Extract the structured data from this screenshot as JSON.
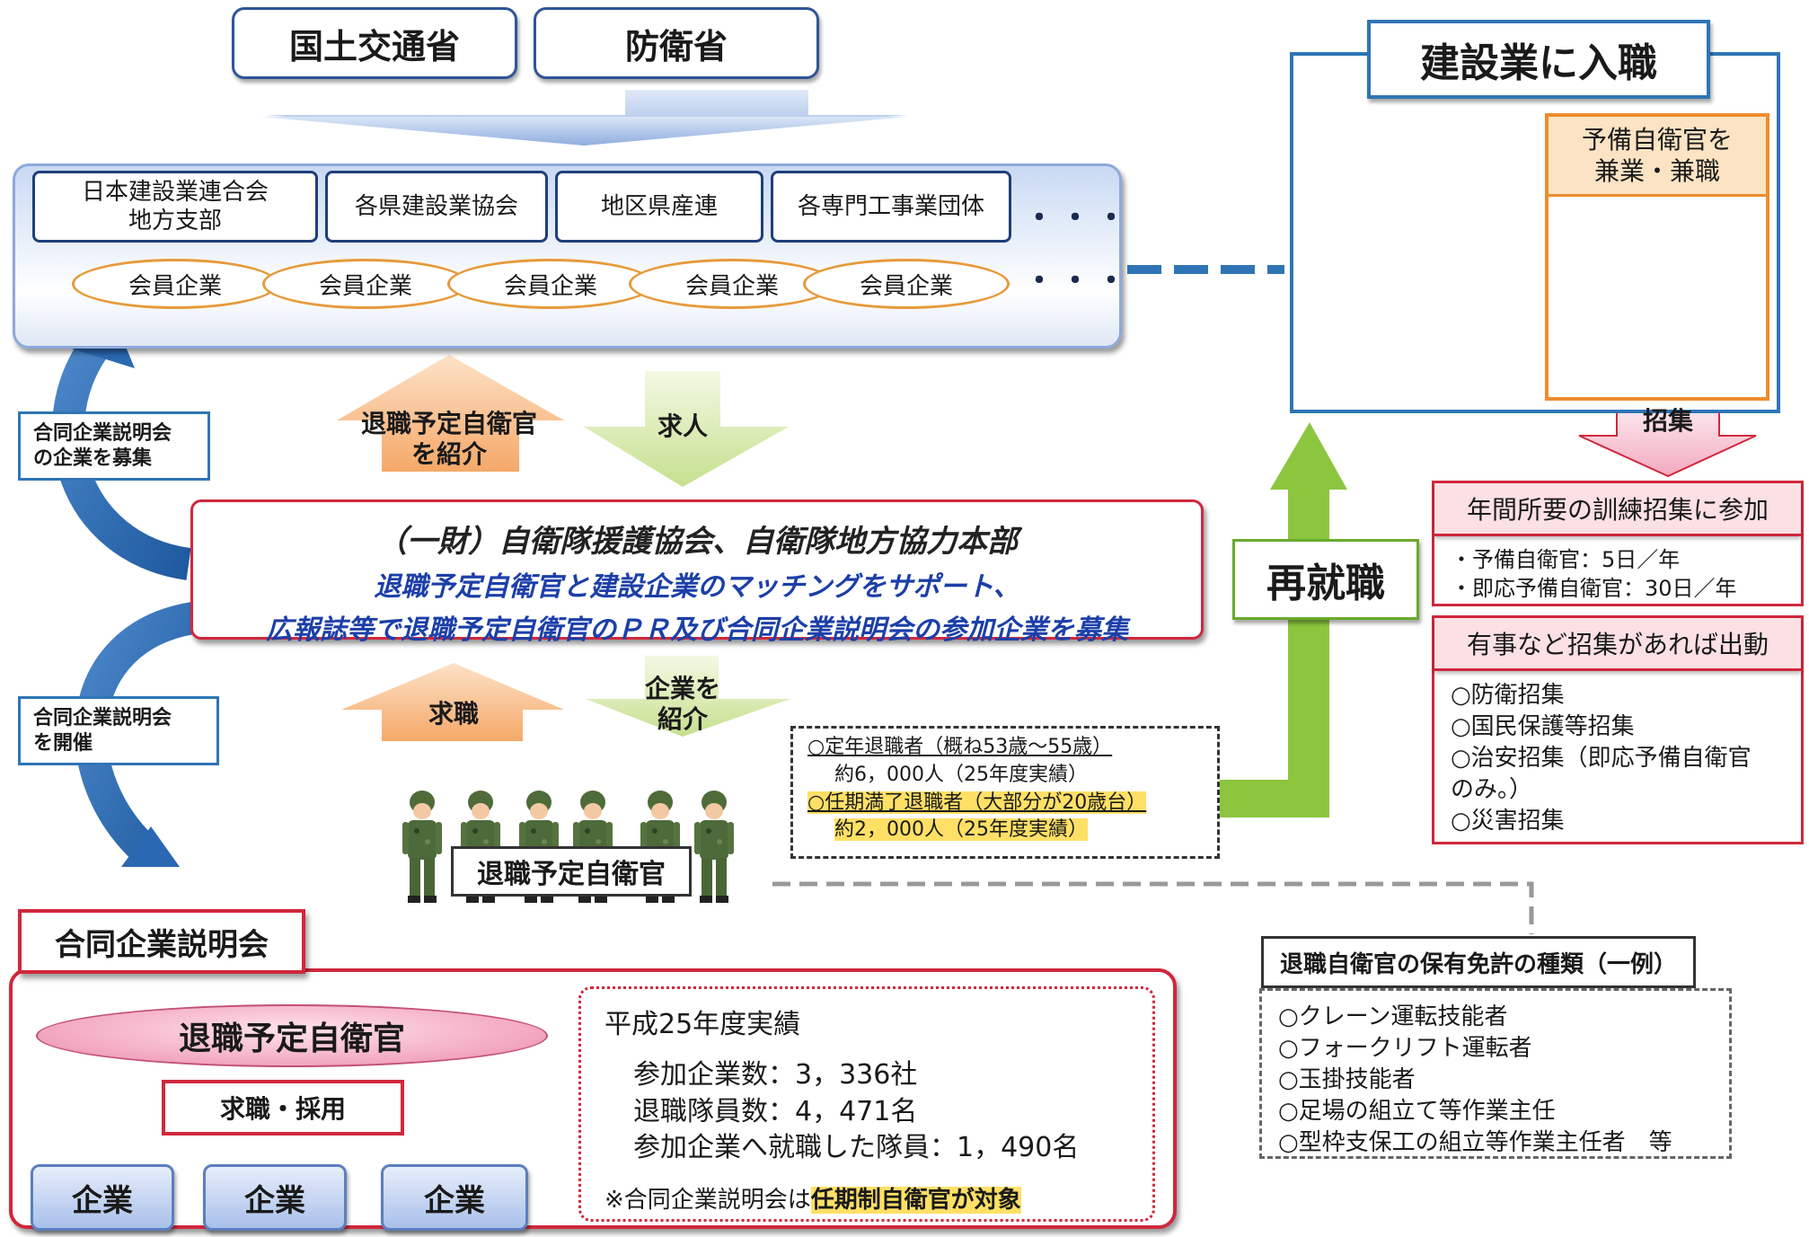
{
  "ministries": [
    "国土交通省",
    "防衛省"
  ],
  "organizations": [
    {
      "label": "日本建設業連合会\n地方支部"
    },
    {
      "label": "各県建設業協会"
    },
    {
      "label": "地区県産連"
    },
    {
      "label": "各専門工事業団体"
    }
  ],
  "dots": "・・・",
  "member_companies": [
    "会員企業",
    "会員企業",
    "会員企業",
    "会員企業",
    "会員企業"
  ],
  "side_labels": {
    "recruit": "合同企業説明会\nの企業を募集",
    "hold": "合同企業説明会\nを開催"
  },
  "arrows": {
    "introduce_retiree": "退職予定自衛官\nを紹介",
    "job_offer": "求人",
    "job_seek": "求職",
    "introduce_company": "企業を\n紹介"
  },
  "center": {
    "title": "（一財）自衛隊援護協会、自衛隊地方協力本部",
    "line1": "退職予定自衛官と建設企業のマッチングをサポート、",
    "line2": "広報誌等で退職予定自衛官のＰＲ及び合同企業説明会の参加企業を募集"
  },
  "retiree_label": "退職予定自衛官",
  "retiree_stats": {
    "line1": "○定年退職者（概ね53歳～55歳）",
    "line2": "約6，000人（25年度実績）",
    "line3": "○任期満了退職者（大部分が20歳台）",
    "line4": "約2，000人（25年度実績）"
  },
  "reemployment": "再就職",
  "construction": {
    "title": "建設業に入職",
    "reserve_title": "予備自衛官を\n兼業・兼職"
  },
  "convocation": "招集",
  "training": {
    "head": "年間所要の訓練招集に参加",
    "items": [
      "・予備自衛官：5日／年",
      "・即応予備自衛官：30日／年"
    ]
  },
  "emergency": {
    "head": "有事など招集があれば出動",
    "items": [
      "○防衛招集",
      "○国民保護等招集",
      "○治安招集（即応予備自衛官\nのみ。）",
      "○災害招集"
    ]
  },
  "fair": {
    "tab": "合同企業説明会",
    "retiree": "退職予定自衛官",
    "hire": "求職・採用",
    "companies": [
      "企業",
      "企業",
      "企業"
    ]
  },
  "results": {
    "title": "平成25年度実績",
    "row1": "参加企業数：3，336社",
    "row2": "退職隊員数：4，471名",
    "row3": "参加企業へ就職した隊員：1，490名",
    "note_prefix": "※合同企業説明会は",
    "note_highlight": "任期制自衛官が対象"
  },
  "licenses": {
    "title": "退職自衛官の保有免許の種類（一例）",
    "items": [
      "○クレーン運転技能者",
      "○フォークリフト運転者",
      "○玉掛技能者",
      "○足場の組立て等作業主任",
      "○型枠支保工の組立等作業主任者　等"
    ]
  },
  "colors": {
    "blue_border": "#2f75b5",
    "red_border": "#d0283c",
    "orange": "#ee8c2e",
    "green": "#8cc63f",
    "highlight": "#ffe066"
  }
}
